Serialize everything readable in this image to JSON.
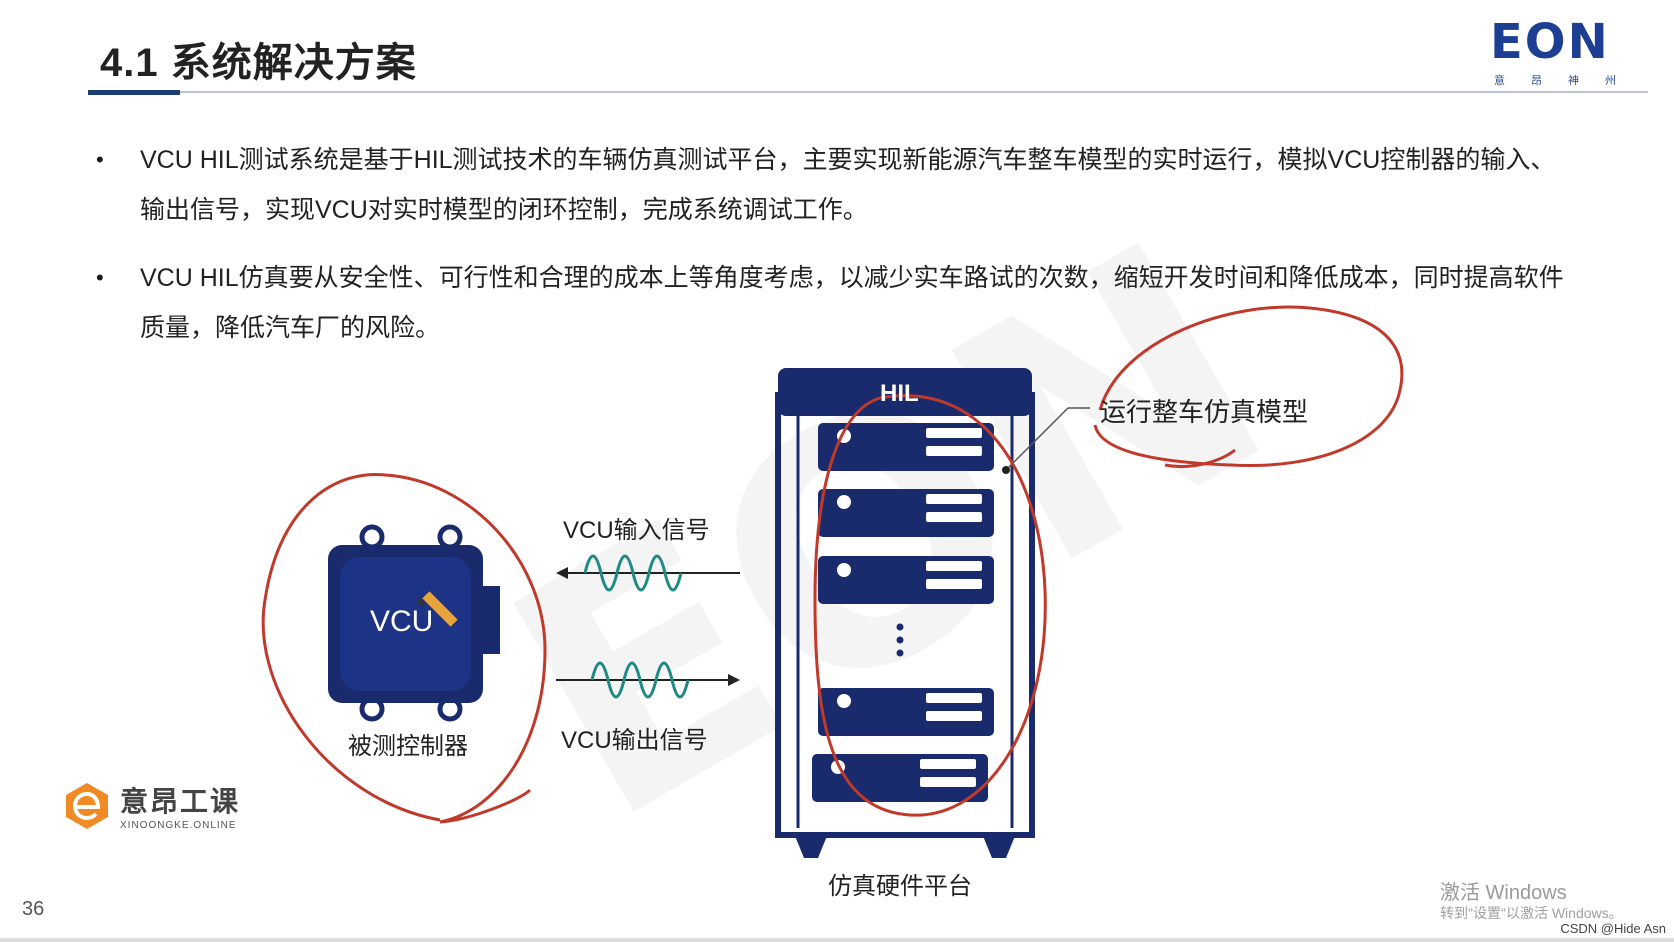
{
  "slide": {
    "title": "4.1 系统解决方案",
    "page_number": "36"
  },
  "logo": {
    "text": "EON",
    "sub": [
      "意",
      "昂",
      "神",
      "州"
    ]
  },
  "bullets": [
    {
      "marker": "•",
      "text": "VCU HIL测试系统是基于HIL测试技术的车辆仿真测试平台，主要实现新能源汽车整车模型的实时运行，模拟VCU控制器的输入、输出信号，实现VCU对实时模型的闭环控制，完成系统调试工作。"
    },
    {
      "marker": "•",
      "text": "VCU HIL仿真要从安全性、可行性和合理的成本上等角度考虑，以减少实车路试的次数，缩短开发时间和降低成本，同时提高软件质量，降低汽车厂的风险。"
    }
  ],
  "diagram": {
    "vcu_label": "VCU",
    "controller_label": "被测控制器",
    "input_signal": "VCU输入信号",
    "output_signal": "VCU输出信号",
    "hil_label": "HIL",
    "platform_label": "仿真硬件平台",
    "model_label": "运行整车仿真模型",
    "colors": {
      "navy": "#1a2b6d",
      "wave": "#1e8a82",
      "annotation": "#c0392b"
    }
  },
  "brand": {
    "name": "意昂工课",
    "sub": "XINOONGKE.ONLINE"
  },
  "overlay": {
    "activate_title": "激活 Windows",
    "activate_sub": "转到\"设置\"以激活 Windows。",
    "credit": "CSDN @Hide Asn"
  }
}
